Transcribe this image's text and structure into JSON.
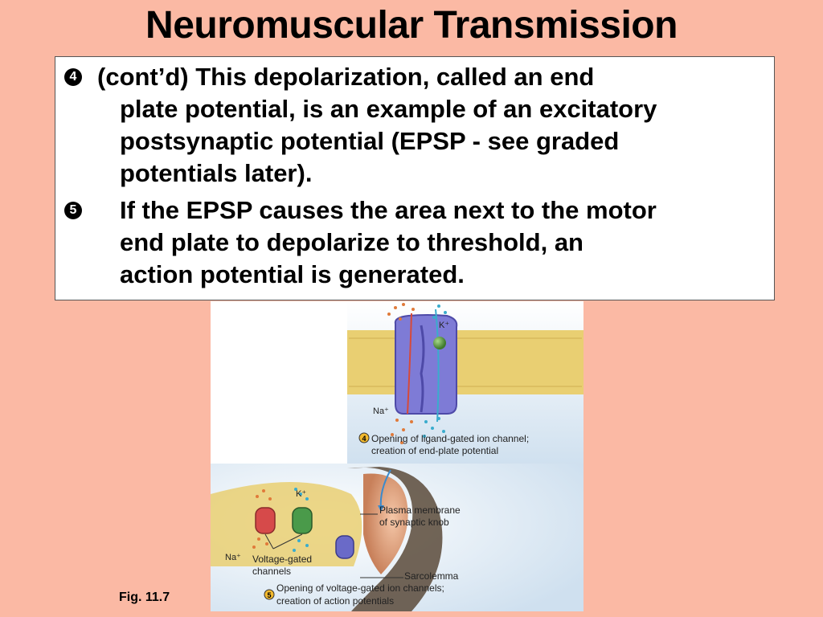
{
  "slide": {
    "title": "Neuromuscular Transmission",
    "bullets": [
      {
        "number": "4",
        "lines": [
          "(cont’d)  This depolarization, called an end",
          "plate potential, is an example of an excitatory",
          "postsynaptic potential (EPSP - see graded",
          "potentials later)."
        ]
      },
      {
        "number": "5",
        "lines": [
          "If the EPSP causes the area next to the motor",
          "end plate to depolarize to threshold, an",
          "action potential is generated."
        ]
      }
    ],
    "figure_caption": "Fig. 11.7"
  },
  "figure": {
    "label_k_top": "K⁺",
    "label_na_top": "Na⁺",
    "step4_number": "4",
    "step4_line1": "Opening of ligand-gated ion channel;",
    "step4_line2": "creation of end-plate potential",
    "label_k_bottom": "K⁺",
    "label_na_bottom": "Na⁺",
    "plasma_line1": "Plasma membrane",
    "plasma_line2": "of synaptic knob",
    "voltage_line1": "Voltage-gated",
    "voltage_line2": "channels",
    "sarcolemma": "Sarcolemma",
    "step5_number": "5",
    "step5_line1": "Opening of voltage-gated ion channels;",
    "step5_line2": "creation of action potentials"
  },
  "colors": {
    "background": "#fbb9a4",
    "channel": "#7e7bd6",
    "membrane": "#e9cf72",
    "na_dots": "#e07a3a",
    "k_dots": "#3aaccd"
  }
}
